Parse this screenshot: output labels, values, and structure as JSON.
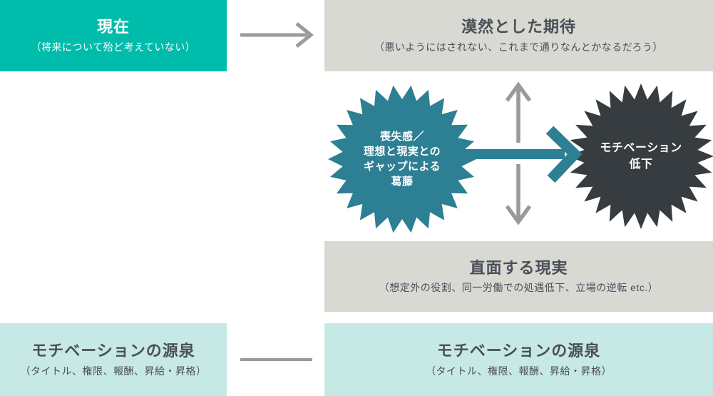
{
  "colors": {
    "present_box": "#00bcab",
    "gray_box": "#d9d9d4",
    "source_box": "#c7e9e6",
    "conflict_star": "#2d7f93",
    "motivation_star": "#363c3f",
    "gray_arrow": "#9a9a9a",
    "teal_arrow": "#2d7f93",
    "dark_text": "#4a4f58",
    "light_text": "#ffffff"
  },
  "boxes": {
    "present": {
      "title": "現在",
      "subtitle": "（将来について殆ど考えていない）"
    },
    "expectation": {
      "title": "漠然とした期待",
      "subtitle": "（悪いようにはされない、これまで通りなんとかなるだろう）"
    },
    "reality": {
      "title": "直面する現実",
      "subtitle": "（想定外の役割、同一労働での処遇低下、立場の逆転 etc.）"
    },
    "source_left": {
      "title": "モチベーションの源泉",
      "subtitle": "（タイトル、権限、報酬、昇給・昇格）"
    },
    "source_right": {
      "title": "モチベーションの源泉",
      "subtitle": "（タイトル、権限、報酬、昇給・昇格）"
    }
  },
  "stars": {
    "conflict": {
      "lines": [
        "喪失感／",
        "理想と現実との",
        "ギャップによる",
        "葛藤"
      ]
    },
    "motivation_drop": {
      "lines": [
        "モチベーション",
        "低下"
      ]
    }
  }
}
